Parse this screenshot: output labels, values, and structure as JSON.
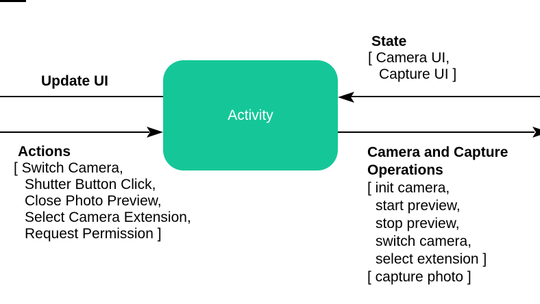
{
  "node": {
    "label": "Activity"
  },
  "colors": {
    "node_fill": "#15C798",
    "node_text": "#ffffff",
    "line": "#000000",
    "text": "#000000",
    "background": "#ffffff"
  },
  "labels": {
    "update_ui": {
      "heading": "Update UI"
    },
    "actions": {
      "heading": "Actions",
      "lines": [
        "[ Switch Camera,",
        "Shutter Button Click,",
        "Close Photo Preview,",
        "Select Camera Extension,",
        "Request Permission ]"
      ]
    },
    "state": {
      "heading": "State",
      "lines": [
        "[ Camera UI,",
        "Capture UI ]"
      ]
    },
    "operations": {
      "heading1": "Camera and Capture",
      "heading2": "Operations",
      "lines": [
        "[ init camera,",
        "start preview,",
        "stop preview,",
        "switch camera,",
        "select extension ]",
        "[ capture photo ]"
      ]
    }
  },
  "arrows": [
    {
      "id": "update-ui-line",
      "side": "left",
      "row": "top",
      "arrowhead": "none visible (line runs off left edge)",
      "label": "Update UI"
    },
    {
      "id": "actions-arrow",
      "side": "left",
      "row": "bottom",
      "arrowhead": "points right into Activity node",
      "label": "Actions"
    },
    {
      "id": "state-arrow",
      "side": "right",
      "row": "top",
      "arrowhead": "points left into Activity node",
      "label": "State"
    },
    {
      "id": "operations-arrow",
      "side": "right",
      "row": "bottom",
      "arrowhead": "points right, clipped at right edge",
      "label": "Camera and Capture Operations"
    }
  ]
}
